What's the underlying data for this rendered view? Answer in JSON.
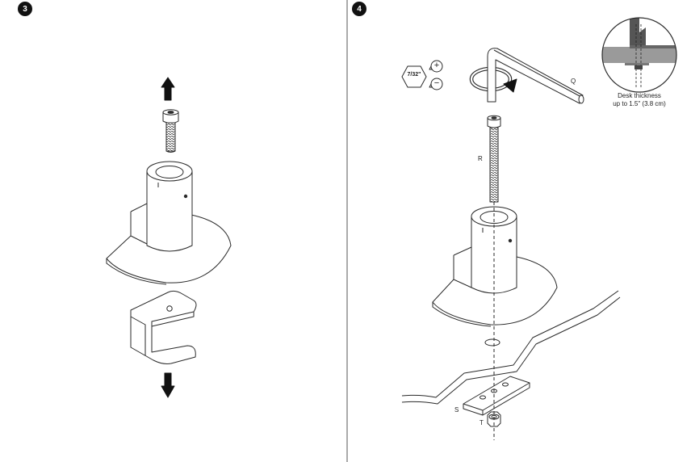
{
  "panels": [
    {
      "step": "3"
    },
    {
      "step": "4"
    }
  ],
  "labels": {
    "hex_size": "7/32\"",
    "plus_sign": "+",
    "minus_sign": "−",
    "part_q": "Q",
    "part_r": "R",
    "part_s": "S",
    "part_t": "T",
    "desk_thickness_line1": "Desk thickness",
    "desk_thickness_line2": "up to 1.5\" (3.8 cm)"
  },
  "colors": {
    "line": "#2a2a2a",
    "badge_bg": "#111111",
    "inset_gray": "#9a9a9a",
    "inset_dark": "#555555"
  },
  "icons": [
    "up-arrow-icon",
    "down-arrow-icon",
    "rotate-arrow-icon",
    "hex-key-icon"
  ]
}
